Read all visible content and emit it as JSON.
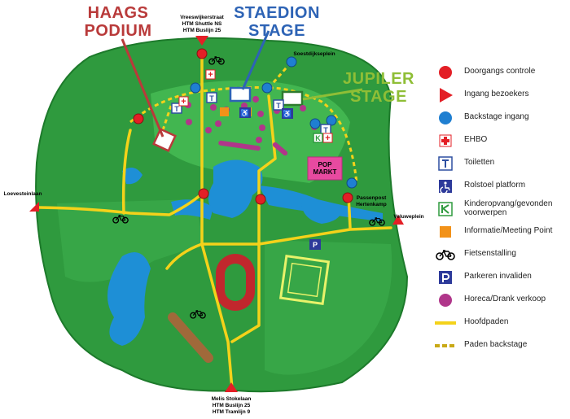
{
  "stages": {
    "haags": "HAAGS\nPODIUM",
    "stadion": "STAEDION\nSTAGE",
    "jupiler": "JUPILER\nSTAGE",
    "pop_markt": "POP\nMARKT"
  },
  "places": {
    "vreeswijk": "Vreeswijkerstraat",
    "vreeswijk_sub1": "HTM Shuttle NS",
    "vreeswijk_sub2": "HTM Buslijn 25",
    "soestdijks": "Soestdijkseplein",
    "loevestein": "Loevesteinlaan",
    "passenpost": "Passenpost",
    "hertenkamp": "Hertenkamp",
    "veluweplein": "Veluweplein",
    "melis": "Melis Stokelaan",
    "melis_sub1": "HTM Buslijn 25",
    "melis_sub2": "HTM Tramlijn 9"
  },
  "map_symbols": {
    "toilet_glyph": "T",
    "ehbo_glyph": "+",
    "kinder_glyph": "K",
    "wheelchair_glyph": "♿",
    "parking_glyph": "P"
  },
  "legend": [
    {
      "icon": "red-dot-icon",
      "label": "Doorgangs controle"
    },
    {
      "icon": "red-triangle-icon",
      "label": "Ingang bezoekers"
    },
    {
      "icon": "blue-dot-icon",
      "label": "Backstage ingang"
    },
    {
      "icon": "red-cross-icon",
      "label": "EHBO"
    },
    {
      "icon": "toilet-icon",
      "label": "Toiletten"
    },
    {
      "icon": "wheelchair-icon",
      "label": "Rolstoel platform"
    },
    {
      "icon": "kinder-icon",
      "label": "Kinderopvang/gevonden voorwerpen"
    },
    {
      "icon": "orange-square-icon",
      "label": "Informatie/Meeting Point"
    },
    {
      "icon": "bicycle-icon",
      "label": "Fietsenstalling"
    },
    {
      "icon": "parking-icon",
      "label": "Parkeren invaliden"
    },
    {
      "icon": "purple-dot-icon",
      "label": "Horeca/Drank verkoop"
    },
    {
      "icon": "yellow-line-icon",
      "label": "Hoofdpaden"
    },
    {
      "icon": "dashed-line-icon",
      "label": "Paden backstage"
    }
  ],
  "colors": {
    "park_green": "#2f9a3e",
    "light_green": "#38b04c",
    "water": "#1e8fd6",
    "path_yellow": "#f4d21a",
    "control_red": "#e31f26",
    "backstage_blue": "#1f7fd1",
    "horeca_purple": "#b0368a",
    "info_orange": "#f29219",
    "stage_haags": "#b93a3a",
    "stage_stadion": "#2d63b5",
    "stage_jupiler": "#8fbe36",
    "pop_markt": "#e84aa0"
  }
}
